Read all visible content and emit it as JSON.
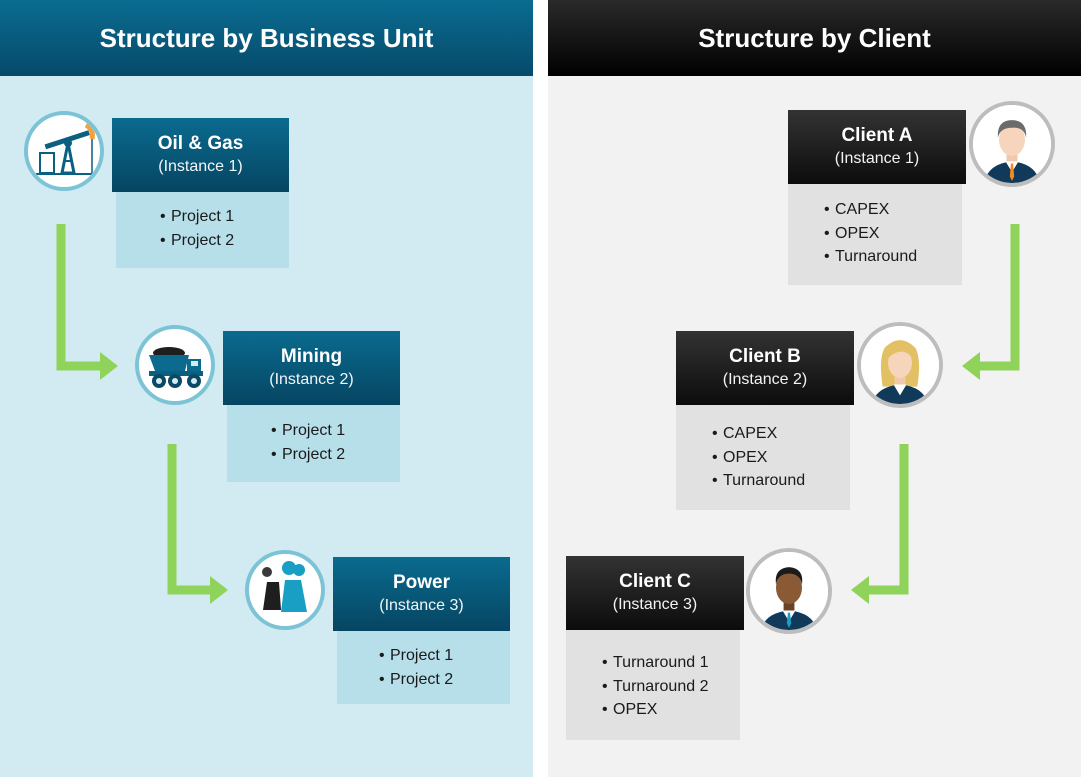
{
  "left": {
    "title": "Structure by Business Unit",
    "units": [
      {
        "name": "Oil & Gas",
        "instance": "(Instance 1)",
        "items": [
          "Project 1",
          "Project 2"
        ],
        "icon": "oil-pump-icon"
      },
      {
        "name": "Mining",
        "instance": "(Instance 2)",
        "items": [
          "Project 1",
          "Project 2"
        ],
        "icon": "mining-truck-icon"
      },
      {
        "name": "Power",
        "instance": "(Instance 3)",
        "items": [
          "Project 1",
          "Project 2"
        ],
        "icon": "power-plant-icon"
      }
    ]
  },
  "right": {
    "title": "Structure by Client",
    "clients": [
      {
        "name": "Client A",
        "instance": "(Instance 1)",
        "items": [
          "CAPEX",
          "OPEX",
          "Turnaround"
        ],
        "icon": "man-avatar-icon"
      },
      {
        "name": "Client B",
        "instance": "(Instance 2)",
        "items": [
          "CAPEX",
          "OPEX",
          "Turnaround"
        ],
        "icon": "woman-avatar-icon"
      },
      {
        "name": "Client C",
        "instance": "(Instance 3)",
        "items": [
          "Turnaround 1",
          "Turnaround 2",
          "OPEX"
        ],
        "icon": "man-avatar-icon"
      }
    ]
  },
  "colors": {
    "business_blue": "#064a6a",
    "client_dark": "#0c0c0c",
    "arrow_green": "#8fd35b",
    "left_background": "#d2ebf2",
    "right_background": "#f2f2f2"
  }
}
